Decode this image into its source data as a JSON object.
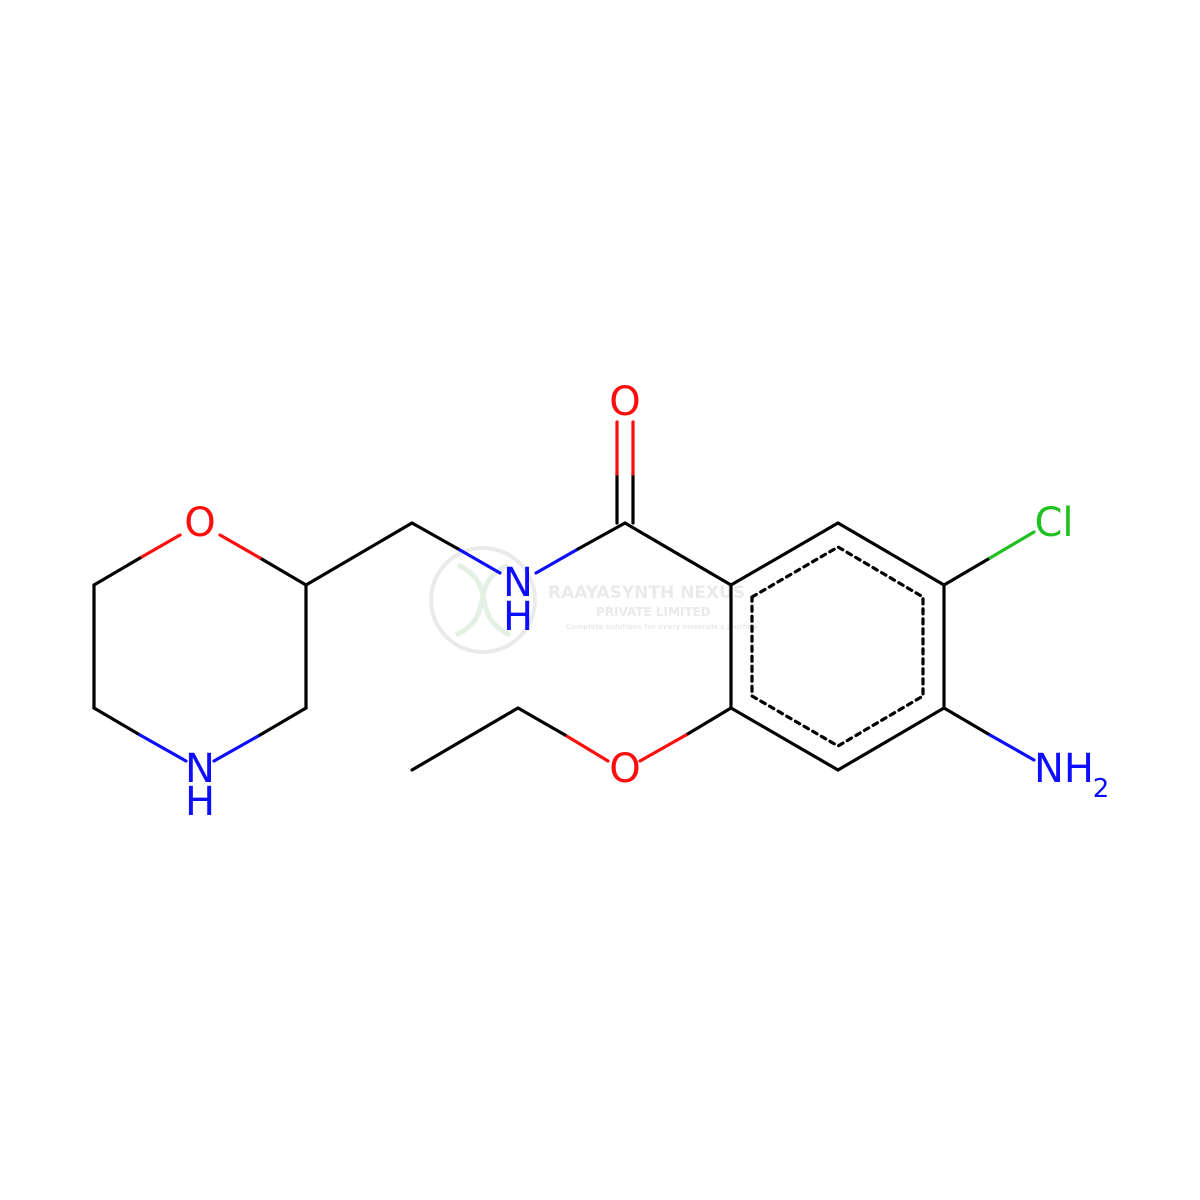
{
  "colors": {
    "carbon_bond": "#000000",
    "oxygen": "#ff0d0d",
    "nitrogen": "#0d0dff",
    "chlorine": "#1fc01f",
    "watermark": "#d9d9d9"
  },
  "atoms": {
    "carbonyl_o": "O",
    "ring_o": "O",
    "amide_n": "N",
    "amide_h": "H",
    "ring_n": "N",
    "ring_h": "H",
    "chlorine": "Cl",
    "amine_n": "NH",
    "amine_sub": "2",
    "ether_o": "O"
  },
  "watermark": {
    "line1": "RAAYASYNTH NEXUS",
    "line2": "PRIVATE LIMITED",
    "line3": "Complete solutions for every molecule's journey"
  }
}
